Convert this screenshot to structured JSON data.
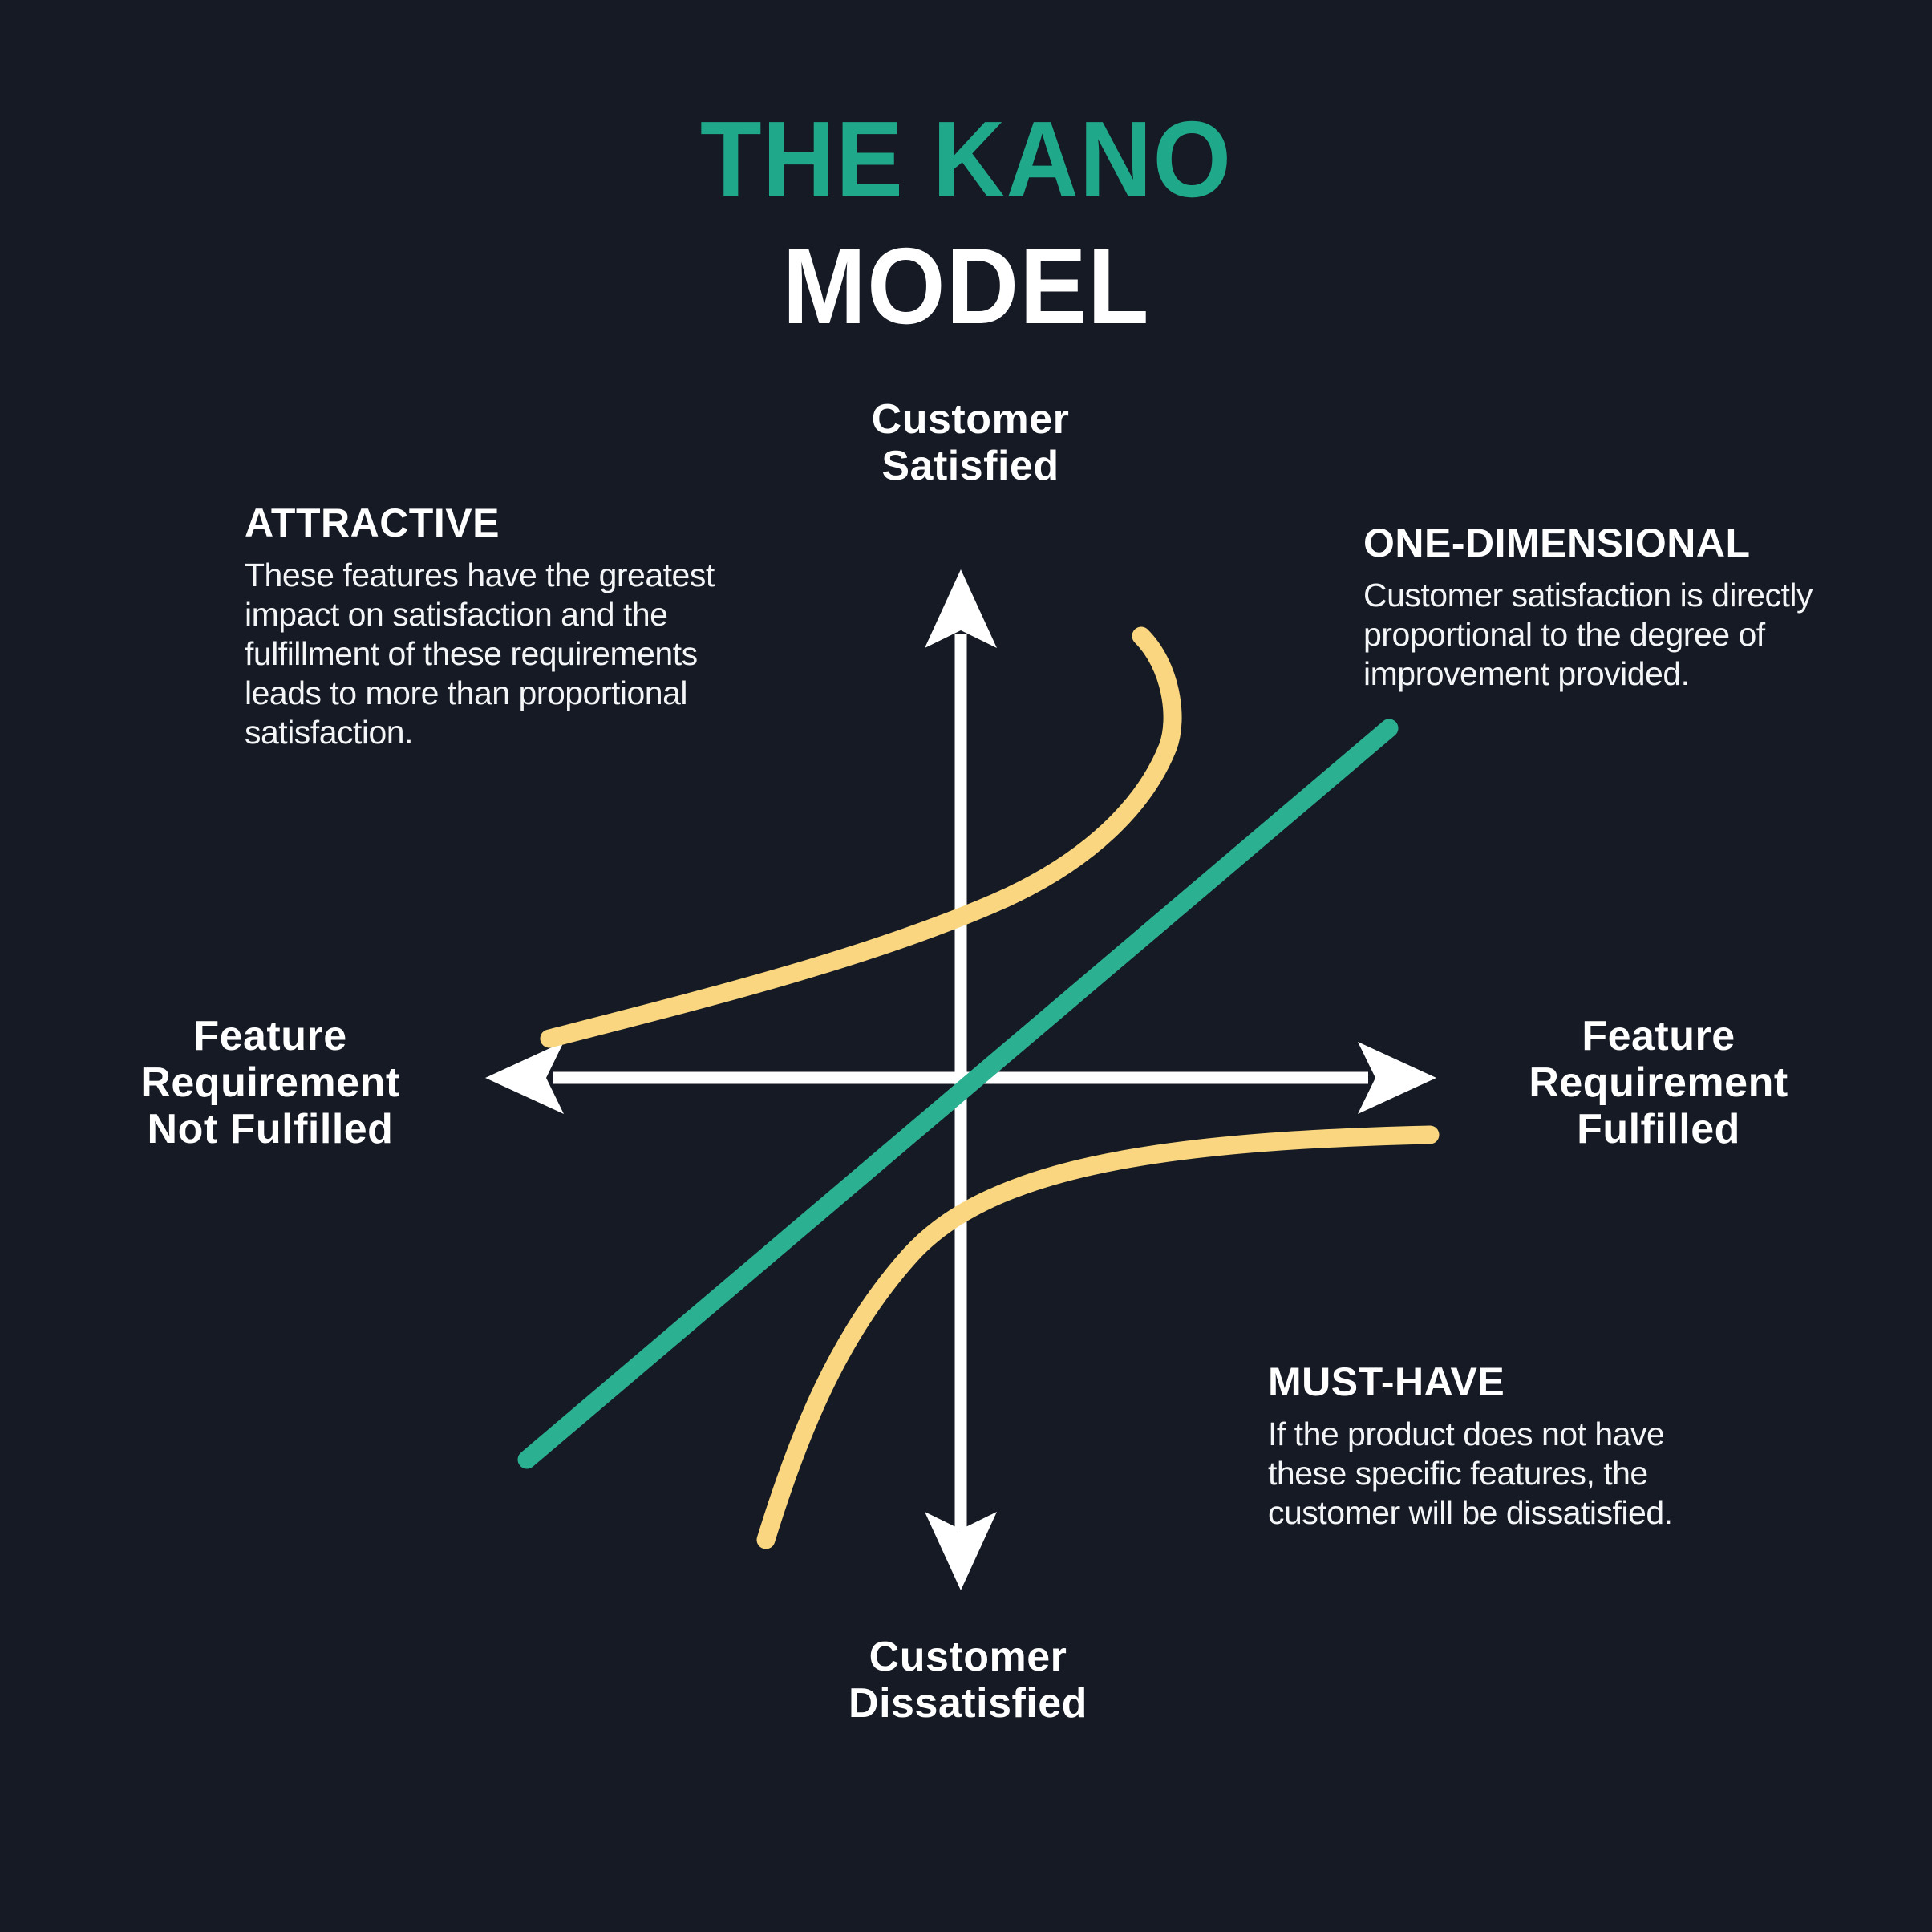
{
  "page": {
    "background_color": "#151A24",
    "text_color": "#FFFFFF"
  },
  "title": {
    "line1": "THE KANO",
    "line1_color": "#1FA88A",
    "line2": "MODEL",
    "line2_color": "#FFFFFF"
  },
  "axes": {
    "color": "#FFFFFF",
    "top_label": "Customer\nSatisfied",
    "bottom_label": "Customer\nDissatisfied",
    "left_label": "Feature\nRequirement\nNot Fulfilled",
    "right_label": "Feature\nRequirement\nFulfilled"
  },
  "annotations": {
    "attractive": {
      "heading": "ATTRACTIVE",
      "body": "These features have the greatest\nimpact on satisfaction and the\nfulfillment of these requirements\nleads to more than proportional\nsatisfaction."
    },
    "one_dimensional": {
      "heading": "ONE-DIMENSIONAL",
      "body": "Customer satisfaction is directly\nproportional to the degree of\nimprovement provided."
    },
    "must_have": {
      "heading": "MUST-HAVE",
      "body": "If the product does not have\nthese specific features, the\ncustomer will be dissatisfied."
    }
  },
  "curves": {
    "attractive": {
      "label": "attractive-curve",
      "color": "#F9D67F"
    },
    "one_dimensional": {
      "label": "one-dimensional-line",
      "color": "#2BB191"
    },
    "must_have": {
      "label": "must-have-curve",
      "color": "#F9D67F"
    }
  }
}
